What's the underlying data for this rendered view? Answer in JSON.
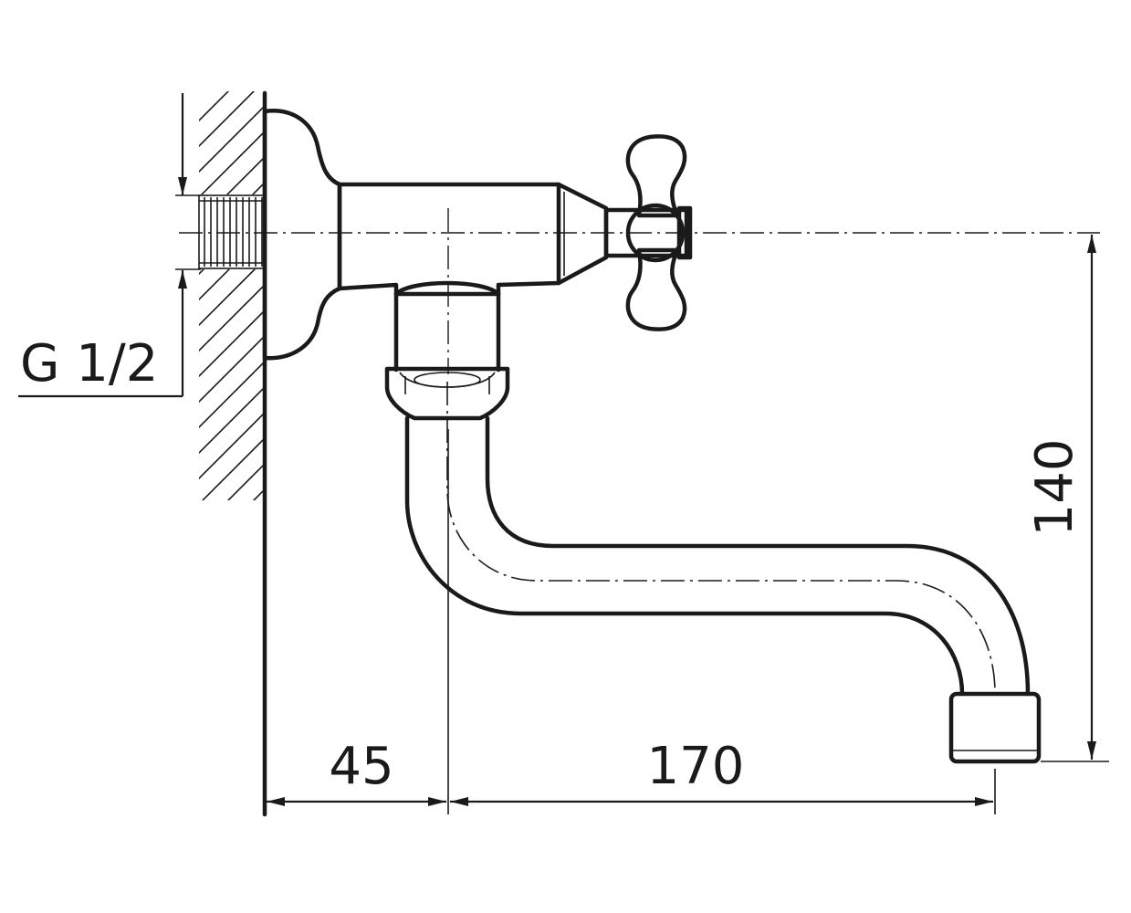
{
  "dimensions": {
    "thread_label": "G 1/2",
    "wall_to_axis": "45",
    "spout_reach": "170",
    "spout_height": "140"
  },
  "colors": {
    "ink": "#1a1a1a",
    "background": "#ffffff"
  }
}
